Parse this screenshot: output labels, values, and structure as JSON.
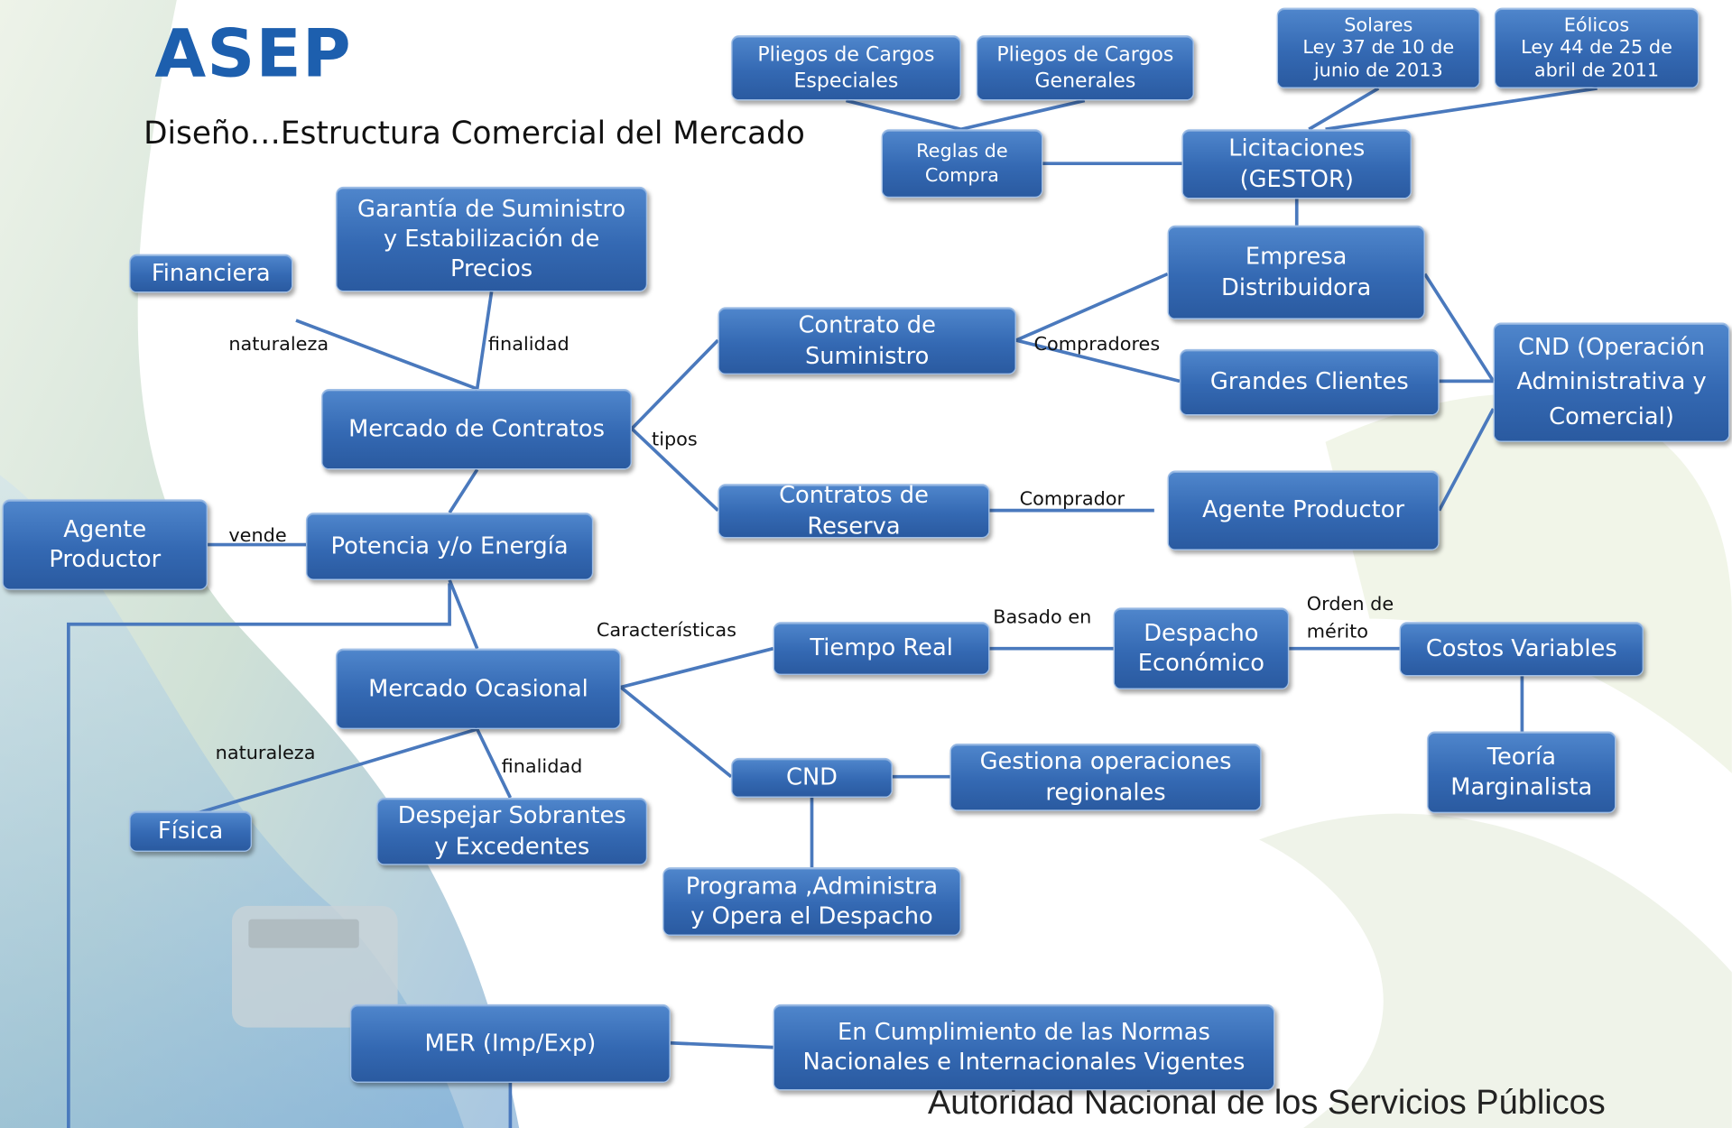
{
  "header": {
    "logo": "ASEP",
    "title": "Diseño…Estructura Comercial  del Mercado",
    "footer": "Autoridad Nacional de los Servicios Públicos"
  },
  "colors": {
    "box_fill": "#3a6fb8",
    "box_border": "#9dbde6",
    "connector": "#4a79bd",
    "logo": "#1d5fae"
  },
  "nodes": {
    "pliegos_especiales": "Pliegos de Cargos\nEspeciales",
    "pliegos_generales": "Pliegos de Cargos\nGenerales",
    "solares": "Solares\nLey 37 de 10 de\njunio de 2013",
    "eolicos": "Eólicos\nLey 44 de 25 de\nabril de 2011",
    "reglas_compra": "Reglas de\nCompra",
    "licitaciones": "Licitaciones\n(GESTOR)",
    "garantia": "Garantía de Suministro\ny Estabilización de\nPrecios",
    "financiera": "Financiera",
    "empresa_distribuidora": "Empresa\nDistribuidora",
    "contrato_suministro": "Contrato de\nSuministro",
    "grandes_clientes": "Grandes Clientes",
    "cnd_operacion": "CND (Operación\nAdministrativa y\nComercial)",
    "mercado_contratos": "Mercado de Contratos",
    "contratos_reserva": "Contratos de\nReserva",
    "agente_productor_right": "Agente Productor",
    "agente_productor_left": "Agente\nProductor",
    "potencia_energia": "Potencia y/o Energía",
    "tiempo_real": "Tiempo Real",
    "despacho_economico": "Despacho\nEconómico",
    "costos_variables": "Costos Variables",
    "mercado_ocasional": "Mercado Ocasional",
    "cnd": "CND",
    "gestiona_operaciones": "Gestiona operaciones\nregionales",
    "teoria_marginalista": "Teoría\nMarginalista",
    "fisica": "Física",
    "despejar_sobrantes": "Despejar Sobrantes\ny Excedentes",
    "programa_administra": "Programa ,Administra\ny Opera el Despacho",
    "mer": "MER (Imp/Exp)",
    "cumplimiento_normas": "En Cumplimiento de las Normas\nNacionales e Internacionales Vigentes"
  },
  "edge_labels": {
    "naturaleza_1": "naturaleza",
    "finalidad_1": "finalidad",
    "compradores": "Compradores",
    "tipos": "tipos",
    "comprador": "Comprador",
    "vende": "vende",
    "caracteristicas": "Características",
    "basado_en": "Basado en",
    "orden_merito": "Orden de\nmérito",
    "naturaleza_2": "naturaleza",
    "finalidad_2": "finalidad"
  }
}
